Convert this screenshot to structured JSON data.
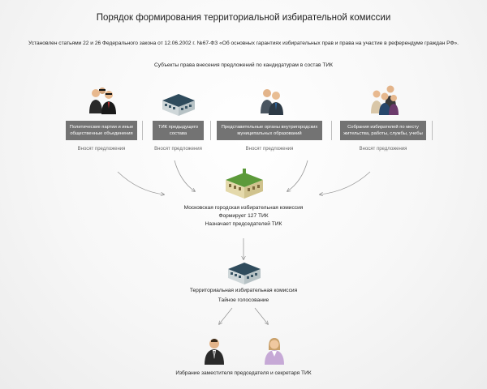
{
  "header": {
    "title": "Порядок формирования территориальной избирательной комиссии",
    "subtitle": "Установлен статьями 22 и 26 Федерального закона от 12.06.2002 г. №67-ФЗ «Об основных гарантиях избирательных прав и права на участие в референдуме граждан РФ».",
    "subjects_heading": "Субъекты права внесения предложений по кандидатурам в состав ТИК"
  },
  "subjects": [
    {
      "label": "Политические партии и иные общественные объединения",
      "action": "Вносят предложения",
      "icon": "people-group-icon"
    },
    {
      "label": "ТИК предыдущего состава",
      "action": "Вносят предложения",
      "icon": "building-icon"
    },
    {
      "label": "Представительные органы внутригородских муниципальных образований",
      "action": "Вносят предложения",
      "icon": "officials-icon"
    },
    {
      "label": "Собрания избирателей по месту жительства, работы, службы, учебы",
      "action": "Вносят предложения",
      "icon": "voters-group-icon"
    }
  ],
  "moscow_commission": {
    "name": "Московская городская избирательная комиссия",
    "forms": "Формирует 127 ТИК",
    "appoints": "Назначает председателей ТИК",
    "icon": "moscow-building-icon"
  },
  "territorial_commission": {
    "name": "Территориальная избирательная комиссия",
    "vote": "Тайное голосование",
    "icon": "building-icon"
  },
  "final": {
    "label": "Избрание заместителя председателя и секретаря ТИК",
    "icons": [
      "man-icon",
      "woman-icon"
    ]
  },
  "colors": {
    "box_bg": "#737373",
    "building_roof": "#2f4b5c",
    "building_wall": "#cfd7d9",
    "moscow_wall": "#d8cc9c",
    "moscow_roof": "#5c9a3a"
  }
}
